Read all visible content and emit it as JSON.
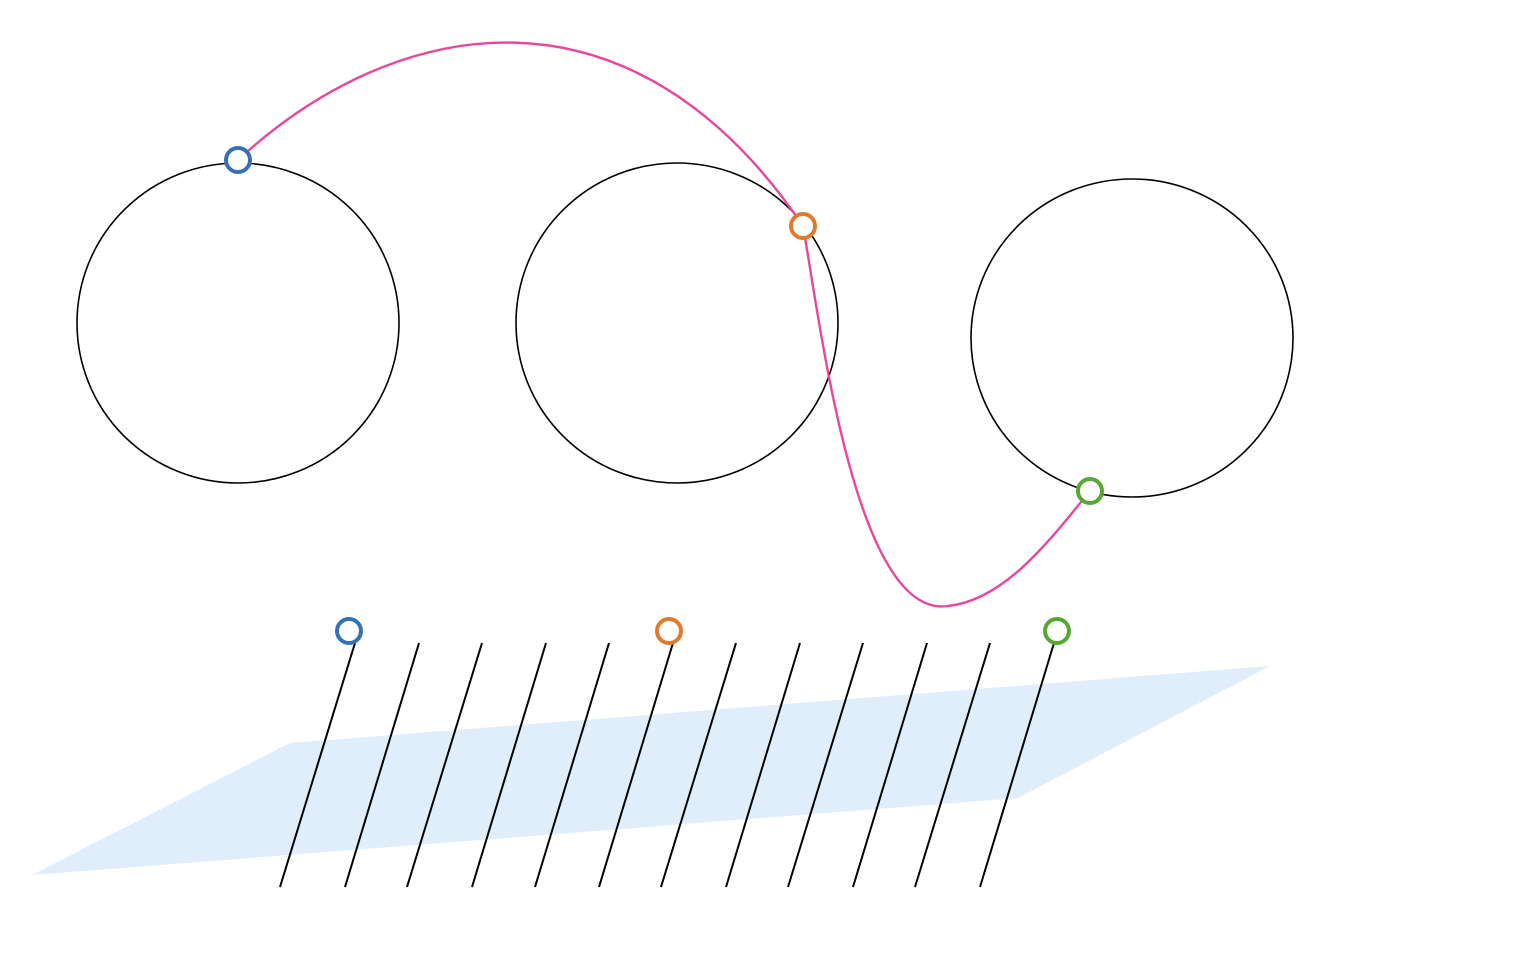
{
  "colors": {
    "background": "#ffffff",
    "circle_stroke": "#000000",
    "curve": "#e8479c",
    "plane_fill": "#e0eefc",
    "stroke_line": "#000000",
    "marker_blue": "#3571b3",
    "marker_orange": "#e07a2c",
    "marker_green": "#56a832"
  },
  "circles": [
    {
      "name": "circle-left"
    },
    {
      "name": "circle-middle"
    },
    {
      "name": "circle-right"
    }
  ],
  "curve": {
    "name": "connecting-curve"
  },
  "plane": {
    "name": "plane-shape"
  },
  "stroke_lines": {
    "count": 12
  },
  "markers": [
    {
      "name": "blue-marker-on-circle",
      "color_key": "marker_blue"
    },
    {
      "name": "orange-marker-on-circle",
      "color_key": "marker_orange"
    },
    {
      "name": "green-marker-on-circle",
      "color_key": "marker_green"
    },
    {
      "name": "blue-marker-on-line",
      "color_key": "marker_blue"
    },
    {
      "name": "orange-marker-on-line",
      "color_key": "marker_orange"
    },
    {
      "name": "green-marker-on-line",
      "color_key": "marker_green"
    }
  ]
}
